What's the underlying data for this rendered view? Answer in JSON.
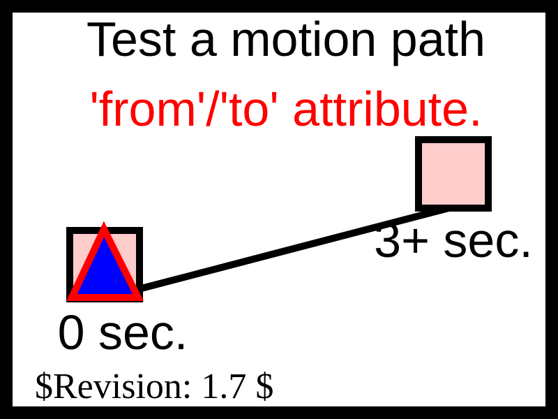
{
  "title": {
    "line1": "Test a motion path",
    "line2": "'from'/'to' attribute."
  },
  "markers": {
    "start_label": "0 sec.",
    "end_label": "3+ sec."
  },
  "revision": "$Revision: 1.7 $",
  "colors": {
    "border": "#000000",
    "title_primary": "#000000",
    "title_secondary": "#ff0000",
    "marker_fill": "#ffcccc",
    "marker_stroke": "#000000",
    "path": "#000000",
    "triangle_fill": "#0000ff",
    "triangle_stroke": "#ff0000"
  },
  "icons": {
    "start_marker": "square-icon",
    "end_marker": "square-icon",
    "moving_object": "triangle-icon"
  }
}
